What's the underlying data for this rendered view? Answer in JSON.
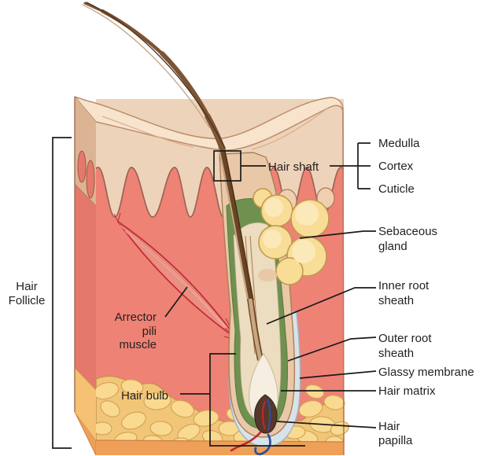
{
  "labels": {
    "hair_shaft": "Hair shaft",
    "hair_follicle": "Hair\nFollicle",
    "arrector_pili_muscle": "Arrector\npili\nmuscle",
    "hair_bulb": "Hair bulb",
    "medulla": "Medulla",
    "cortex": "Cortex",
    "cuticle": "Cuticle",
    "sebaceous_gland": "Sebaceous\ngland",
    "inner_root_sheath": "Inner root\nsheath",
    "outer_root_sheath": "Outer root\nsheath",
    "glassy_membrane": "Glassy membrane",
    "hair_matrix": "Hair matrix",
    "hair_papilla": "Hair\npapilla"
  },
  "colors": {
    "epidermis": "#edd3ba",
    "epidermis_top_surface": "#f8e4cd",
    "dermis": "#ee8275",
    "fat_background": "#f2c679",
    "fat_lobule": "#f9da90",
    "bottom_edge": "#efa058",
    "sebaceous_gland": "#f8dd97",
    "outer_root_sheath": "#e9c8a7",
    "inner_root_sheath_green": "#6e9150",
    "glassy_membrane": "#d8e3e9",
    "hair_brown": "#7d5434",
    "hair_papilla_brown": "#54382a",
    "artery_red": "#c1272d",
    "vein_blue": "#2b4fa3",
    "muscle_fill": "#ea9080",
    "muscle_outline": "#c42a3c",
    "annotation_line": "#1b1b1b",
    "label_text": "#231f20"
  }
}
